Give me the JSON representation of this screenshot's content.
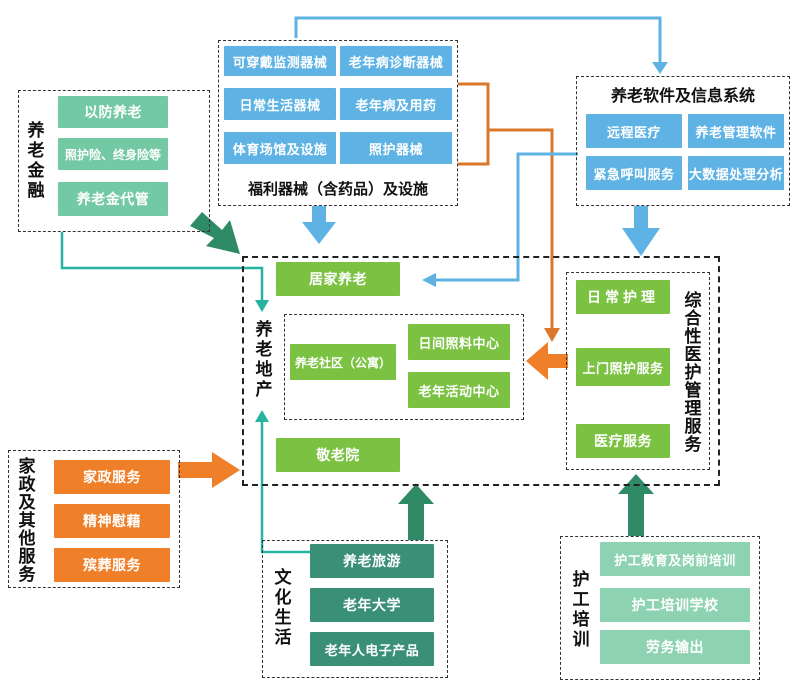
{
  "colors": {
    "mint": "#74c9a5",
    "sky": "#5eb3e4",
    "lime": "#7cc242",
    "orange": "#ef7f28",
    "teal": "#3a8f77",
    "pale_green": "#8ed3b1",
    "dark_green_arrow": "#2f8a66"
  },
  "finance": {
    "title": "养老金融",
    "items": [
      "以防养老",
      "照护险、终身险等",
      "养老金代管"
    ]
  },
  "equipment": {
    "caption": "福利器械（含药品）及设施",
    "items": [
      "可穿戴监测器械",
      "老年病诊断器械",
      "日常生活器械",
      "老年病及用药",
      "体育场馆及设施",
      "照护器械"
    ]
  },
  "software": {
    "title": "养老软件及信息系统",
    "items": [
      "远程医疗",
      "养老管理软件",
      "紧急呼叫服务",
      "大数据处理分析"
    ]
  },
  "realestate": {
    "title": "养老地产",
    "home_care": "居家养老",
    "community": "养老社区（公寓）",
    "day_care": "日间照料中心",
    "activity": "老年活动中心",
    "nursing_home": "敬老院"
  },
  "medical": {
    "title": "综合性医护管理服务",
    "items": [
      "日常护理",
      "上门照护服务",
      "医疗服务"
    ]
  },
  "housekeeping": {
    "title": "家政及其他服务",
    "items": [
      "家政服务",
      "精神慰藉",
      "殡葬服务"
    ]
  },
  "culture": {
    "title": "文化生活",
    "items": [
      "养老旅游",
      "老年大学",
      "老年人电子产品"
    ]
  },
  "training": {
    "title": "护工培训",
    "items": [
      "护工教育及岗前培训",
      "护工培训学校",
      "劳务输出"
    ]
  }
}
